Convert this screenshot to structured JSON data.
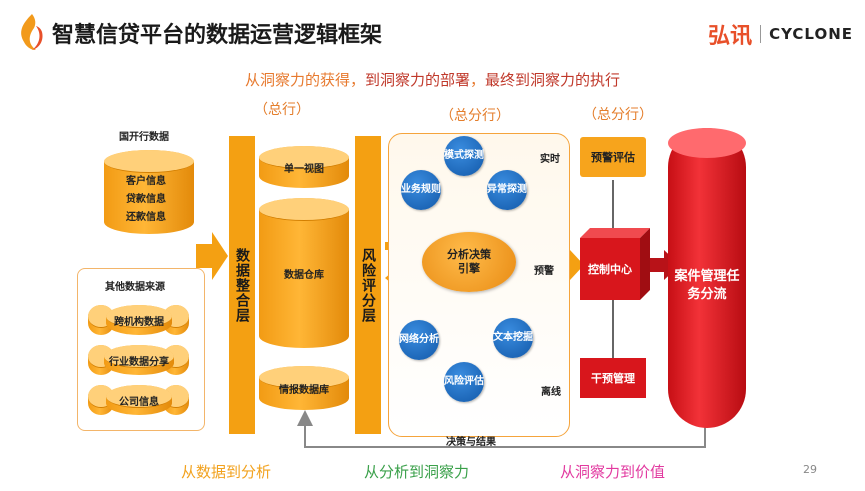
{
  "header": {
    "title": "智慧信贷平台的数据运营逻辑框架",
    "brand_cn": "弘讯",
    "brand_en": "CYCLONE"
  },
  "subtitle": {
    "segments": [
      "从洞察力的获得",
      "到洞察力的部署",
      "最终到洞察力的执行"
    ],
    "separator": "，"
  },
  "brackets": {
    "general": "（总行）",
    "branch_middle": "（总分行）",
    "branch_right": "（总分行）"
  },
  "sources": {
    "bank_title": "国开行数据",
    "bank_items": [
      "客户信息",
      "贷款信息",
      "还款信息"
    ],
    "other_title": "其他数据来源",
    "other_items": [
      "跨机构数据",
      "行业数据分享",
      "公司信息"
    ]
  },
  "integration_layer": "数据整合层",
  "warehouse": {
    "single_view": "单一视图",
    "data_warehouse": "数据仓库",
    "intel_db": "情报数据库"
  },
  "risk_layer": "风险评分层",
  "engine": {
    "center": "分析决策引擎",
    "realtime": "实时",
    "offline": "离线",
    "warning": "预警",
    "nodes": [
      {
        "id": "pattern",
        "label": "模式探测"
      },
      {
        "id": "business",
        "label": "业务规则"
      },
      {
        "id": "anomaly",
        "label": "异常探测"
      },
      {
        "id": "network",
        "label": "网络分析"
      },
      {
        "id": "text",
        "label": "文本挖掘"
      },
      {
        "id": "risk",
        "label": "风险评估"
      }
    ]
  },
  "control": {
    "warning_eval": "预警评估",
    "center": "控制中心",
    "intervention": "干预管理"
  },
  "case_mgmt": "案件管理任务分流",
  "feedback_label": "决策与结果",
  "footer": {
    "left": "从数据到分析",
    "middle": "从分析到洞察力",
    "right": "从洞察力到价值",
    "page": "29"
  },
  "colors": {
    "orange": "#f4a012",
    "blue": "#1a64b8",
    "red": "#d8161c",
    "green": "#3aa04a",
    "pink": "#e23aa0"
  }
}
